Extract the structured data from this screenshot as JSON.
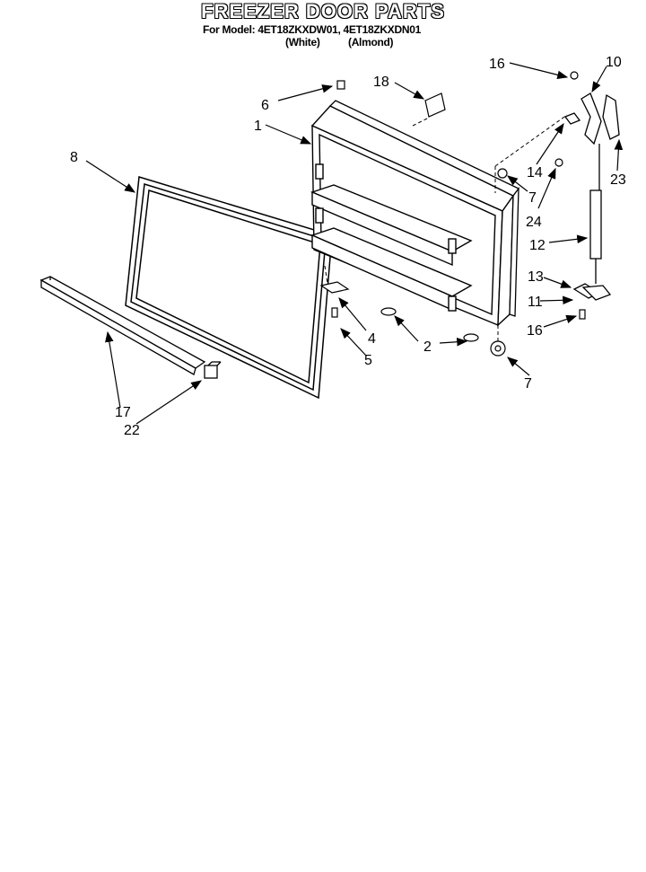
{
  "title": "FREEZER DOOR PARTS",
  "models_line": "For Model: 4ET18ZKXDW01, 4ET18ZKXDN01",
  "color_white": "(White)",
  "color_almond": "(Almond)",
  "callouts": [
    "16",
    "10",
    "6",
    "18",
    "1",
    "8",
    "14",
    "7",
    "23",
    "24",
    "12",
    "13",
    "11",
    "16",
    "4",
    "2",
    "5",
    "7",
    "17",
    "22"
  ]
}
